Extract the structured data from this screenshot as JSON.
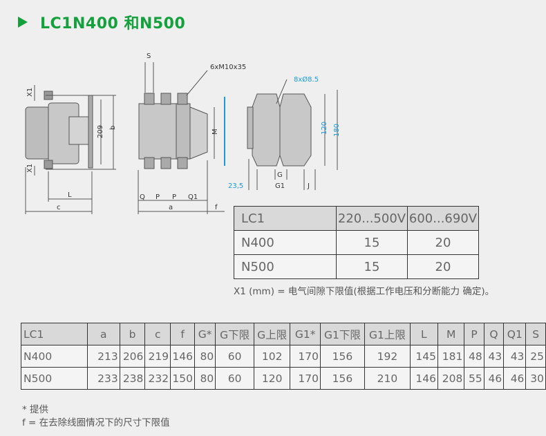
{
  "header": {
    "title": "LC1N400 和N500",
    "accent_color": "#14a03c"
  },
  "drawing": {
    "labels": {
      "x1": "X1",
      "b": "b",
      "dim209": "209",
      "L": "L",
      "c": "c",
      "S": "S",
      "screw": "6xM10x35",
      "M": "M",
      "Q": "Q",
      "P": "P",
      "Q1": "Q1",
      "a": "a",
      "f": "f",
      "holes": "8xØ8.5",
      "dim120": "120",
      "dim180": "180",
      "eq": "=",
      "G": "G",
      "G1": "G1",
      "J": "J",
      "dim23_5": "23,5"
    },
    "accent_blue": "#1a9ad6"
  },
  "clearance_table": {
    "headers": [
      "LC1",
      "220...500V",
      "600...690V"
    ],
    "rows": [
      [
        "N400",
        "15",
        "20"
      ],
      [
        "N500",
        "15",
        "20"
      ]
    ],
    "note": "X1 (mm) = 电气间隙下限值(根据工作电压和分断能力 确定)。"
  },
  "dimensions_table": {
    "headers": [
      "LC1",
      "a",
      "b",
      "c",
      "f",
      "G*",
      "G下限",
      "G上限",
      "G1*",
      "G1下限",
      "G1上限",
      "L",
      "M",
      "P",
      "Q",
      "Q1",
      "S"
    ],
    "rows": [
      [
        "N400",
        "213",
        "206",
        "219",
        "146",
        "80",
        "60",
        "102",
        "170",
        "156",
        "192",
        "145",
        "181",
        "48",
        "43",
        "43",
        "25"
      ],
      [
        "N500",
        "233",
        "238",
        "232",
        "150",
        "80",
        "60",
        "120",
        "170",
        "156",
        "210",
        "146",
        "208",
        "55",
        "46",
        "46",
        "30"
      ]
    ]
  },
  "footnotes": [
    "* 提供",
    "f = 在去除线圈情况下的尺寸下限值"
  ]
}
